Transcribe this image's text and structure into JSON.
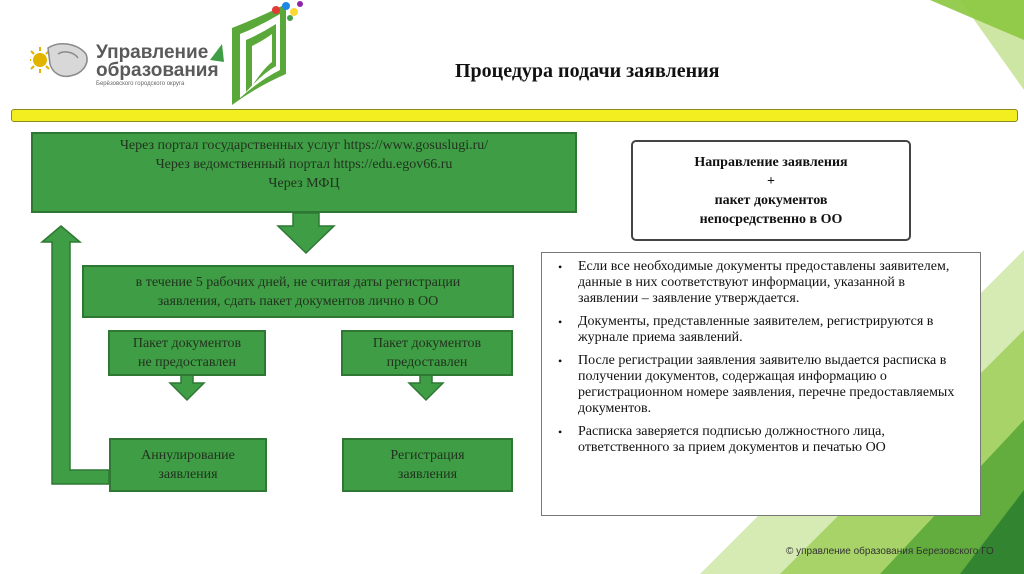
{
  "logo": {
    "title_line1": "Управление",
    "title_line2": "образования",
    "subtitle": "Берёзовского городского округа"
  },
  "page_title": "Процедура подачи заявления",
  "top_box": {
    "line1": "Через портал государственных услуг https://www.gosuslugi.ru/",
    "line2": "Через ведомственный портал  https://edu.egov66.ru",
    "line3": "Через МФЦ"
  },
  "direct_box": {
    "line1": "Направление заявления",
    "line2": "+",
    "line3": "пакет документов",
    "line4": "непосредственно в ОО"
  },
  "middle_box": {
    "line1": "в течение 5 рабочих дней, не считая даты регистрации",
    "line2": "заявления, сдать пакет документов лично в ОО"
  },
  "not_provided": {
    "line1": "Пакет документов",
    "line2": "не предоставлен"
  },
  "provided": {
    "line1": "Пакет документов",
    "line2": "предоставлен"
  },
  "annul": {
    "line1": "Аннулирование",
    "line2": "заявления"
  },
  "registration": {
    "line1": "Регистрация",
    "line2": "заявления"
  },
  "info_items": [
    "Если все необходимые документы предоставлены заявителем, данные в них соответствуют информации, указанной в заявлении – заявление утверждается.",
    "Документы, представленные заявителем, регистрируются в журнале приема заявлений.",
    "После регистрации заявления заявителю выдается расписка в получении документов, содержащая информацию о регистрационном номере заявления, перечне предоставляемых документов.",
    "Расписка заверяется подписью должностного лица, ответственного за прием документов и печатью ОО"
  ],
  "bullet": "•",
  "footer": "© управление образования Березовского ГО",
  "colors": {
    "green_box": "#3f9d45",
    "arrow_green": "#3f9d45",
    "yellow_bar": "#f2ee1f",
    "corner_light": "#c9e39a",
    "corner_dark": "#6db33f"
  }
}
